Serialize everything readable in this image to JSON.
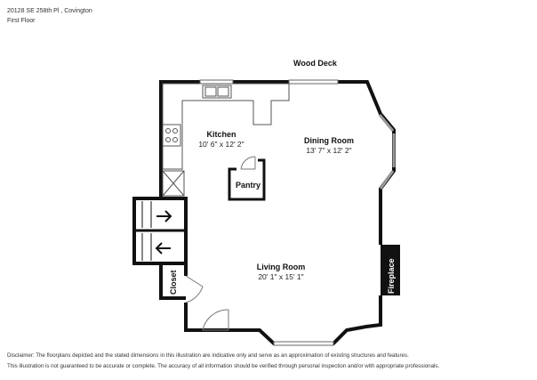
{
  "header": {
    "address": "20128 SE 258th Pl , Covington",
    "floor": "First Floor"
  },
  "plan": {
    "deck_label": "Wood Deck",
    "rooms": [
      {
        "name": "Kitchen",
        "dims": "10' 6\" x 12' 2\""
      },
      {
        "name": "Dining Room",
        "dims": "13' 7\" x 12' 2\""
      },
      {
        "name": "Living Room",
        "dims": "20' 1\" x 15' 1\""
      }
    ],
    "pantry_label": "Pantry",
    "closet_label": "Closet",
    "fireplace_label": "Fireplace"
  },
  "footer": {
    "disclaimer_line1": "Disclaimer: The floorplans depicted and the stated dimensions in this illustration are indicative only and serve as an approximation of existing structures and features.",
    "disclaimer_line2": "This illustration is not guaranteed to be accurate or complete. The accuracy of all information should be verified through personal inspection and/or with appropriate professionals."
  },
  "colors": {
    "wall": "#111111",
    "counter": "#555555",
    "fixture": "#888888"
  }
}
